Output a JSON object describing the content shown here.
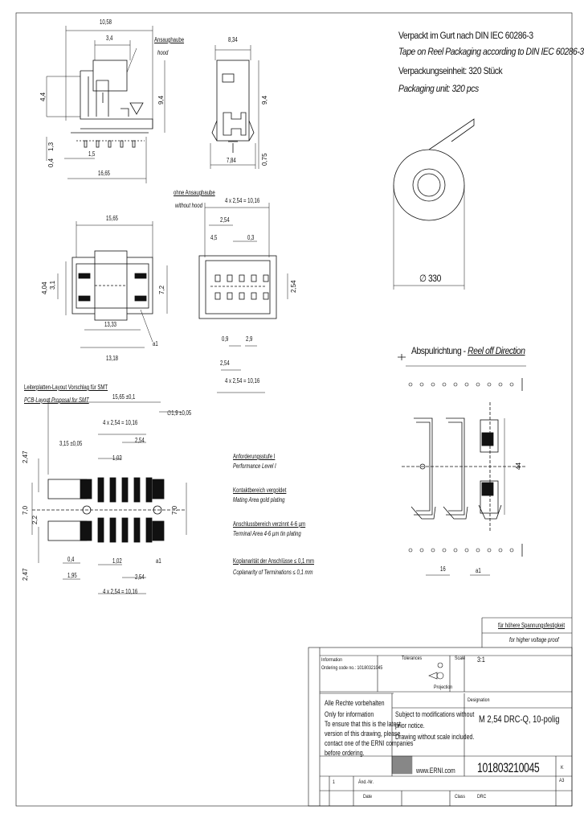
{
  "packaging": {
    "line1_de": "Verpackt im Gurt nach DIN IEC 60286-3",
    "line2_en": "Tape on Reel Packaging according to DIN IEC 60286-3",
    "line3_de": "Verpackungseinheit:  320 Stück",
    "line4_en": "Packaging unit:  320 pcs",
    "reel_diameter": "∅ 330"
  },
  "reel_direction": {
    "de": "Abspulrichtung - ",
    "en": "Reel off Direction"
  },
  "top_view_dims": {
    "overall_width": "10,58",
    "d34": "3,4",
    "d44": "4,4",
    "d94": "9,4",
    "d04": "0,4",
    "d13": "1,3",
    "d15": "1,5",
    "d1665": "16,65",
    "d834": "8,34",
    "d784": "7,84",
    "d075": "0,75",
    "suction_hood_de": "Ansaughaube",
    "suction_hood_en": "hood"
  },
  "without_hood": {
    "de": "ohne Ansaughaube",
    "en": "without hood"
  },
  "middle_dims": {
    "d1565": "15,65",
    "d31": "3,1",
    "d404": "4,04",
    "d72": "7,2",
    "d1333": "13,33",
    "d1318": "13,18",
    "a": "a1",
    "pitch_top": "4 x 2,54 = 10,16",
    "d254": "2,54",
    "d45": "4,5",
    "d03": "0,3",
    "d254v": "2,54",
    "d09": "0,9",
    "d29": "2,9",
    "d254b": "2,54",
    "pitch_bottom": "4 x 2,54 = 10,16"
  },
  "pcb_layout": {
    "title_de": "Leiterplatten-Layout Vorschlag für SMT",
    "title_en": "PCB-Layout Proposal for SMT",
    "d1565": "15,65 ±0,1",
    "hole": "∅1,9 ±0,05",
    "pitch_top": "4 x 2,54 = 10,16",
    "d315": "3,15 ±0,05",
    "d254": "2,54",
    "d102": "1,02",
    "d247": "2,47",
    "d70": "7,0",
    "d22": "2,2",
    "d04": "0,4",
    "d195": "1,95",
    "a1": "a1",
    "d102b": "1,02",
    "d254b": "2,54",
    "d247b": "2,47",
    "pitch_bottom": "4 x 2,54 = 10,16"
  },
  "specs": {
    "perf_de": "Anforderungsstufe I",
    "perf_en": "Performance Level I",
    "contact_de": "Kontaktbereich vergoldet",
    "contact_en": "Mating Area gold plating",
    "terminal_de": "Anschlussbereich verzinnt 4-6 µm",
    "terminal_en": "Terminal Area 4-6 µm tin plating",
    "coplan_de": "Koplanarität der Anschlüsse ≤ 0,1 mm",
    "coplan_en": "Coplanarity of Terminations ≤ 0,1 mm"
  },
  "tape_dims": {
    "d16": "16",
    "d44": "44",
    "a1": "a1"
  },
  "voltage_note": {
    "de": "für höhere Spannungsfestigkeit",
    "en": "for higher voltage proof"
  },
  "title_block": {
    "info_label": "Information",
    "order_label": "Ordering code no.: 10180321045",
    "tolerances": "Tolerances",
    "scale_label": "Scale",
    "scale_value": "3:1",
    "projection": "Projection",
    "rights_de": "Alle Rechte vorbehalten",
    "rights_en": "Only for information",
    "note1": "To ensure that this is the latest",
    "note2": "version of this drawing, please",
    "note3": "contact one of the ERNI companies",
    "note4": "before ordering.",
    "subject1": "Subject to modifications without",
    "subject2": "prior notice.",
    "subject3": "Drawing without scale included.",
    "designation_label": "Designation",
    "designation": "M 2,54 DRC-Q, 10-polig",
    "company_url": "www.ERNI.com",
    "part_number": "101803210045",
    "rev_label": "K",
    "rev_value": "A3",
    "class_label": "Class",
    "class_value": "DRC",
    "date_label": "Date",
    "first_label": "1",
    "second_label": "Änd.-Nr."
  }
}
